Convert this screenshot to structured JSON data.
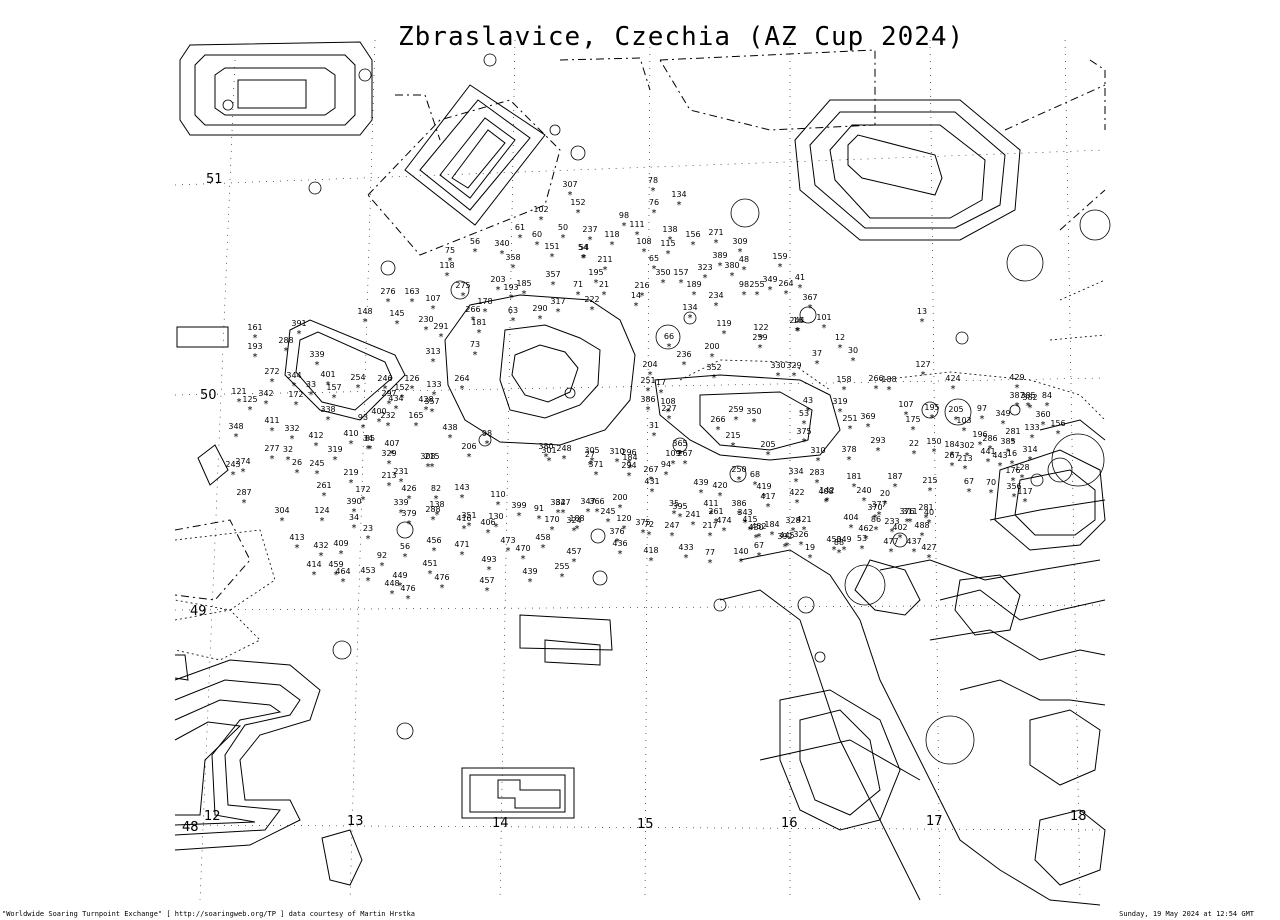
{
  "title": "Zbraslavice, Czechia (AZ Cup 2024)",
  "grid_labels": {
    "lat": [
      {
        "id": "lat-51",
        "text": "51"
      },
      {
        "id": "lat-50",
        "text": "50"
      },
      {
        "id": "lat-49",
        "text": "49"
      },
      {
        "id": "lat-48",
        "text": "48"
      }
    ],
    "lon": [
      {
        "id": "lon-12",
        "text": "12"
      },
      {
        "id": "lon-13",
        "text": "13"
      },
      {
        "id": "lon-14",
        "text": "14"
      },
      {
        "id": "lon-15",
        "text": "15"
      },
      {
        "id": "lon-16",
        "text": "16"
      },
      {
        "id": "lon-17",
        "text": "17"
      },
      {
        "id": "lon-18",
        "text": "18"
      }
    ]
  },
  "turnpoint_marker": "*",
  "turnpoints": [
    "307",
    "78",
    "134",
    "152",
    "76",
    "102",
    "98",
    "111",
    "61",
    "50",
    "237",
    "118",
    "138",
    "156",
    "271",
    "309",
    "56",
    "340",
    "60",
    "151",
    "54",
    "108",
    "115",
    "75",
    "358",
    "211",
    "54",
    "65",
    "389",
    "48",
    "159",
    "118",
    "357",
    "195",
    "350",
    "157",
    "323",
    "380",
    "349",
    "41",
    "203",
    "71",
    "21",
    "189",
    "98",
    "255",
    "264",
    "275",
    "185",
    "193",
    "216",
    "234",
    "276",
    "163",
    "107",
    "178",
    "290",
    "317",
    "222",
    "14",
    "367",
    "148",
    "145",
    "230",
    "266",
    "181",
    "63",
    "134",
    "244",
    "101",
    "161",
    "391",
    "291",
    "66",
    "119",
    "122",
    "13",
    "193",
    "288",
    "73",
    "259",
    "12",
    "30",
    "313",
    "339",
    "204",
    "236",
    "200",
    "16",
    "37",
    "127",
    "272",
    "344",
    "401",
    "254",
    "246",
    "264",
    "251",
    "17",
    "352",
    "330",
    "329",
    "158",
    "266",
    "188",
    "424",
    "429",
    "121",
    "125",
    "33",
    "157",
    "126",
    "133",
    "152",
    "386",
    "108",
    "350",
    "43",
    "319",
    "385",
    "387",
    "382",
    "84",
    "342",
    "172",
    "297",
    "434",
    "428",
    "357",
    "227",
    "259",
    "53",
    "369",
    "107",
    "195",
    "205",
    "97",
    "411",
    "332",
    "338",
    "93",
    "400",
    "232",
    "165",
    "251",
    "175",
    "103",
    "349",
    "281",
    "360",
    "156",
    "133",
    "348",
    "412",
    "410",
    "34",
    "98",
    "380",
    "305",
    "308",
    "310",
    "296",
    "31",
    "365",
    "266",
    "215",
    "205",
    "375",
    "22",
    "150",
    "184",
    "302",
    "196",
    "286",
    "385",
    "277",
    "32",
    "85",
    "407",
    "438",
    "206",
    "319",
    "329",
    "27",
    "184",
    "109",
    "267",
    "310",
    "378",
    "293",
    "267",
    "213",
    "441",
    "443",
    "16",
    "314",
    "274",
    "26",
    "245",
    "219",
    "213",
    "231",
    "215",
    "301",
    "248",
    "371",
    "294",
    "267",
    "94",
    "250",
    "68",
    "334",
    "283",
    "181",
    "187",
    "176",
    "128",
    "243",
    "287",
    "261",
    "172",
    "426",
    "82",
    "143",
    "431",
    "439",
    "420",
    "419",
    "408",
    "240",
    "20",
    "215",
    "67",
    "70",
    "356",
    "117",
    "110",
    "138",
    "399",
    "91",
    "384",
    "347",
    "366",
    "200",
    "35",
    "411",
    "386",
    "417",
    "422",
    "142",
    "377",
    "311",
    "40",
    "390",
    "339",
    "327",
    "395",
    "241",
    "261",
    "343",
    "184",
    "421",
    "404",
    "370",
    "376",
    "281",
    "34",
    "288",
    "351",
    "130",
    "170",
    "188",
    "245",
    "120",
    "72",
    "217",
    "415",
    "430",
    "328",
    "326",
    "88",
    "86",
    "233",
    "304",
    "124",
    "23",
    "379",
    "416",
    "406",
    "324",
    "376",
    "375",
    "247",
    "474",
    "452",
    "445",
    "450",
    "462",
    "402",
    "488",
    "413",
    "432",
    "409",
    "92",
    "56",
    "456",
    "471",
    "473",
    "470",
    "458",
    "457",
    "436",
    "418",
    "433",
    "77",
    "140",
    "67",
    "392",
    "19",
    "349",
    "53",
    "477",
    "437",
    "427",
    "414",
    "459",
    "464",
    "449",
    "448",
    "476",
    "453",
    "451",
    "476",
    "493",
    "457",
    "439",
    "255"
  ],
  "footer": {
    "left": "\"Worldwide Soaring Turnpoint Exchange\" [ http://soaringweb.org/TP ] data courtesy of Martin Hrstka",
    "right": "Sunday, 19 May 2024 at 12:54 GMT"
  }
}
